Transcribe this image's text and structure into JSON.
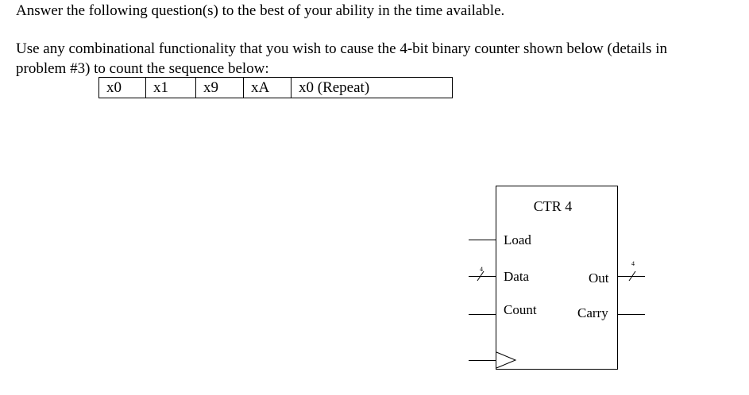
{
  "instructions": "Answer the following question(s) to the best of your ability in the time available.",
  "question": {
    "line1": "Use any combinational functionality that you wish to cause the 4-bit binary counter shown below (details in",
    "line2": "problem #3) to count the sequence below:"
  },
  "sequence": [
    "x0",
    "x1",
    "x9",
    "xA",
    "x0 (Repeat)"
  ],
  "counter": {
    "title": "CTR 4",
    "inputs": {
      "load": "Load",
      "data": "Data",
      "count": "Count"
    },
    "outputs": {
      "out": "Out",
      "carry": "Carry"
    },
    "bus_width_in": "4",
    "bus_width_out": "4"
  }
}
